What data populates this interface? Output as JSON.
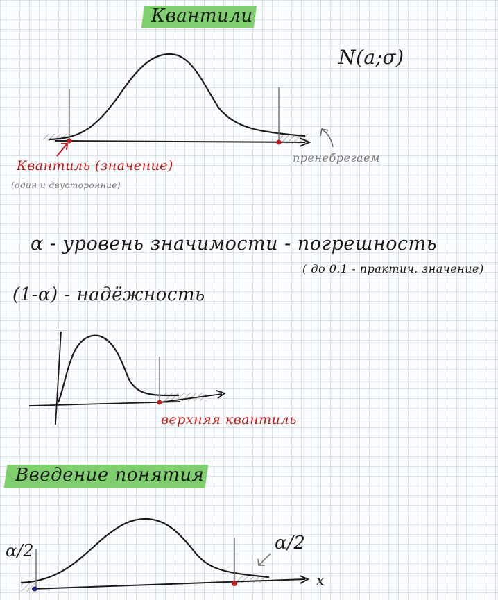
{
  "title": "Квантили",
  "distribution": "N(a;σ)",
  "quantile_label": "Квантиль (значение)",
  "quantile_note": "(один и двусторонние)",
  "neglect_label": "пренебрегаем",
  "alpha_line": "α - уровень значимости - погрешность",
  "alpha_note": "( до 0.1 - практич. значение)",
  "reliability_line": "(1-α) - надёжность",
  "upper_quantile_label": "верхняя квантиль",
  "section2_title": "Введение понятия",
  "alpha_half_left": "α/2",
  "alpha_half_right": "α/2",
  "x_axis_label": "x",
  "colors": {
    "highlight": "#7fcf6f",
    "red": "#c01a1a",
    "ink": "#1a1a1a",
    "blue_dot": "#1a237e"
  }
}
